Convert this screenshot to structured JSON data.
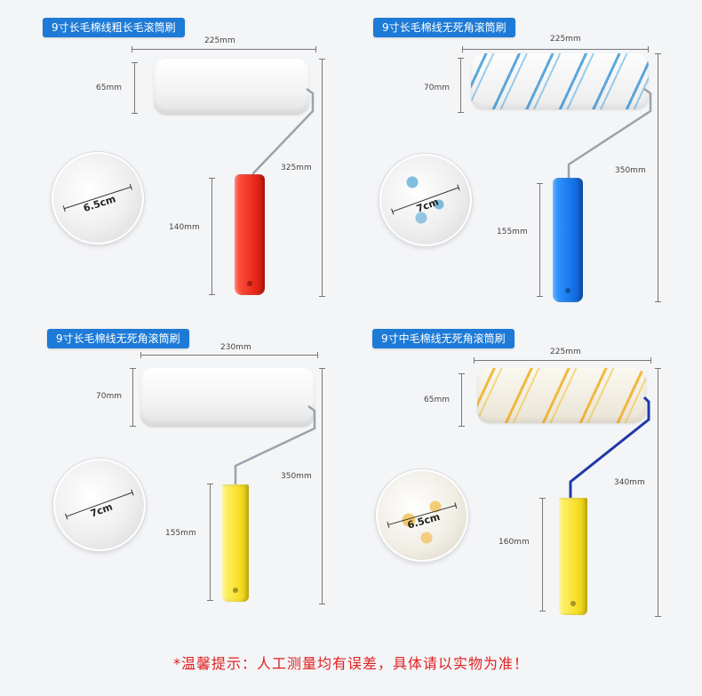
{
  "products": [
    {
      "title": "9寸长毛棉线粗长毛滚筒刷",
      "width": "225mm",
      "roller_height": "65mm",
      "total_height": "325mm",
      "handle_length": "140mm",
      "diameter": "6.5cm",
      "handle_color": "#ee2b1c",
      "stripe": "none"
    },
    {
      "title": "9寸长毛棉线无死角滚筒刷",
      "width": "225mm",
      "roller_height": "70mm",
      "total_height": "350mm",
      "handle_length": "155mm",
      "diameter": "7cm",
      "handle_color": "#1677ee",
      "stripe": "blue"
    },
    {
      "title": "9寸长毛棉线无死角滚筒刷",
      "width": "230mm",
      "roller_height": "70mm",
      "total_height": "350mm",
      "handle_length": "155mm",
      "diameter": "7cm",
      "handle_color": "#f8e12a",
      "stripe": "none"
    },
    {
      "title": "9寸中毛棉线无死角滚筒刷",
      "width": "225mm",
      "roller_height": "65mm",
      "total_height": "340mm",
      "handle_length": "160mm",
      "diameter": "6.5cm",
      "handle_color": "#f8e12a",
      "stripe": "yellow"
    }
  ],
  "footer": {
    "note": "*温馨提示：人工测量均有误差，具体请以实物为准！"
  },
  "colors": {
    "badge": "#1d7ad6",
    "note": "#e02020",
    "background": "#f4f5f7"
  }
}
